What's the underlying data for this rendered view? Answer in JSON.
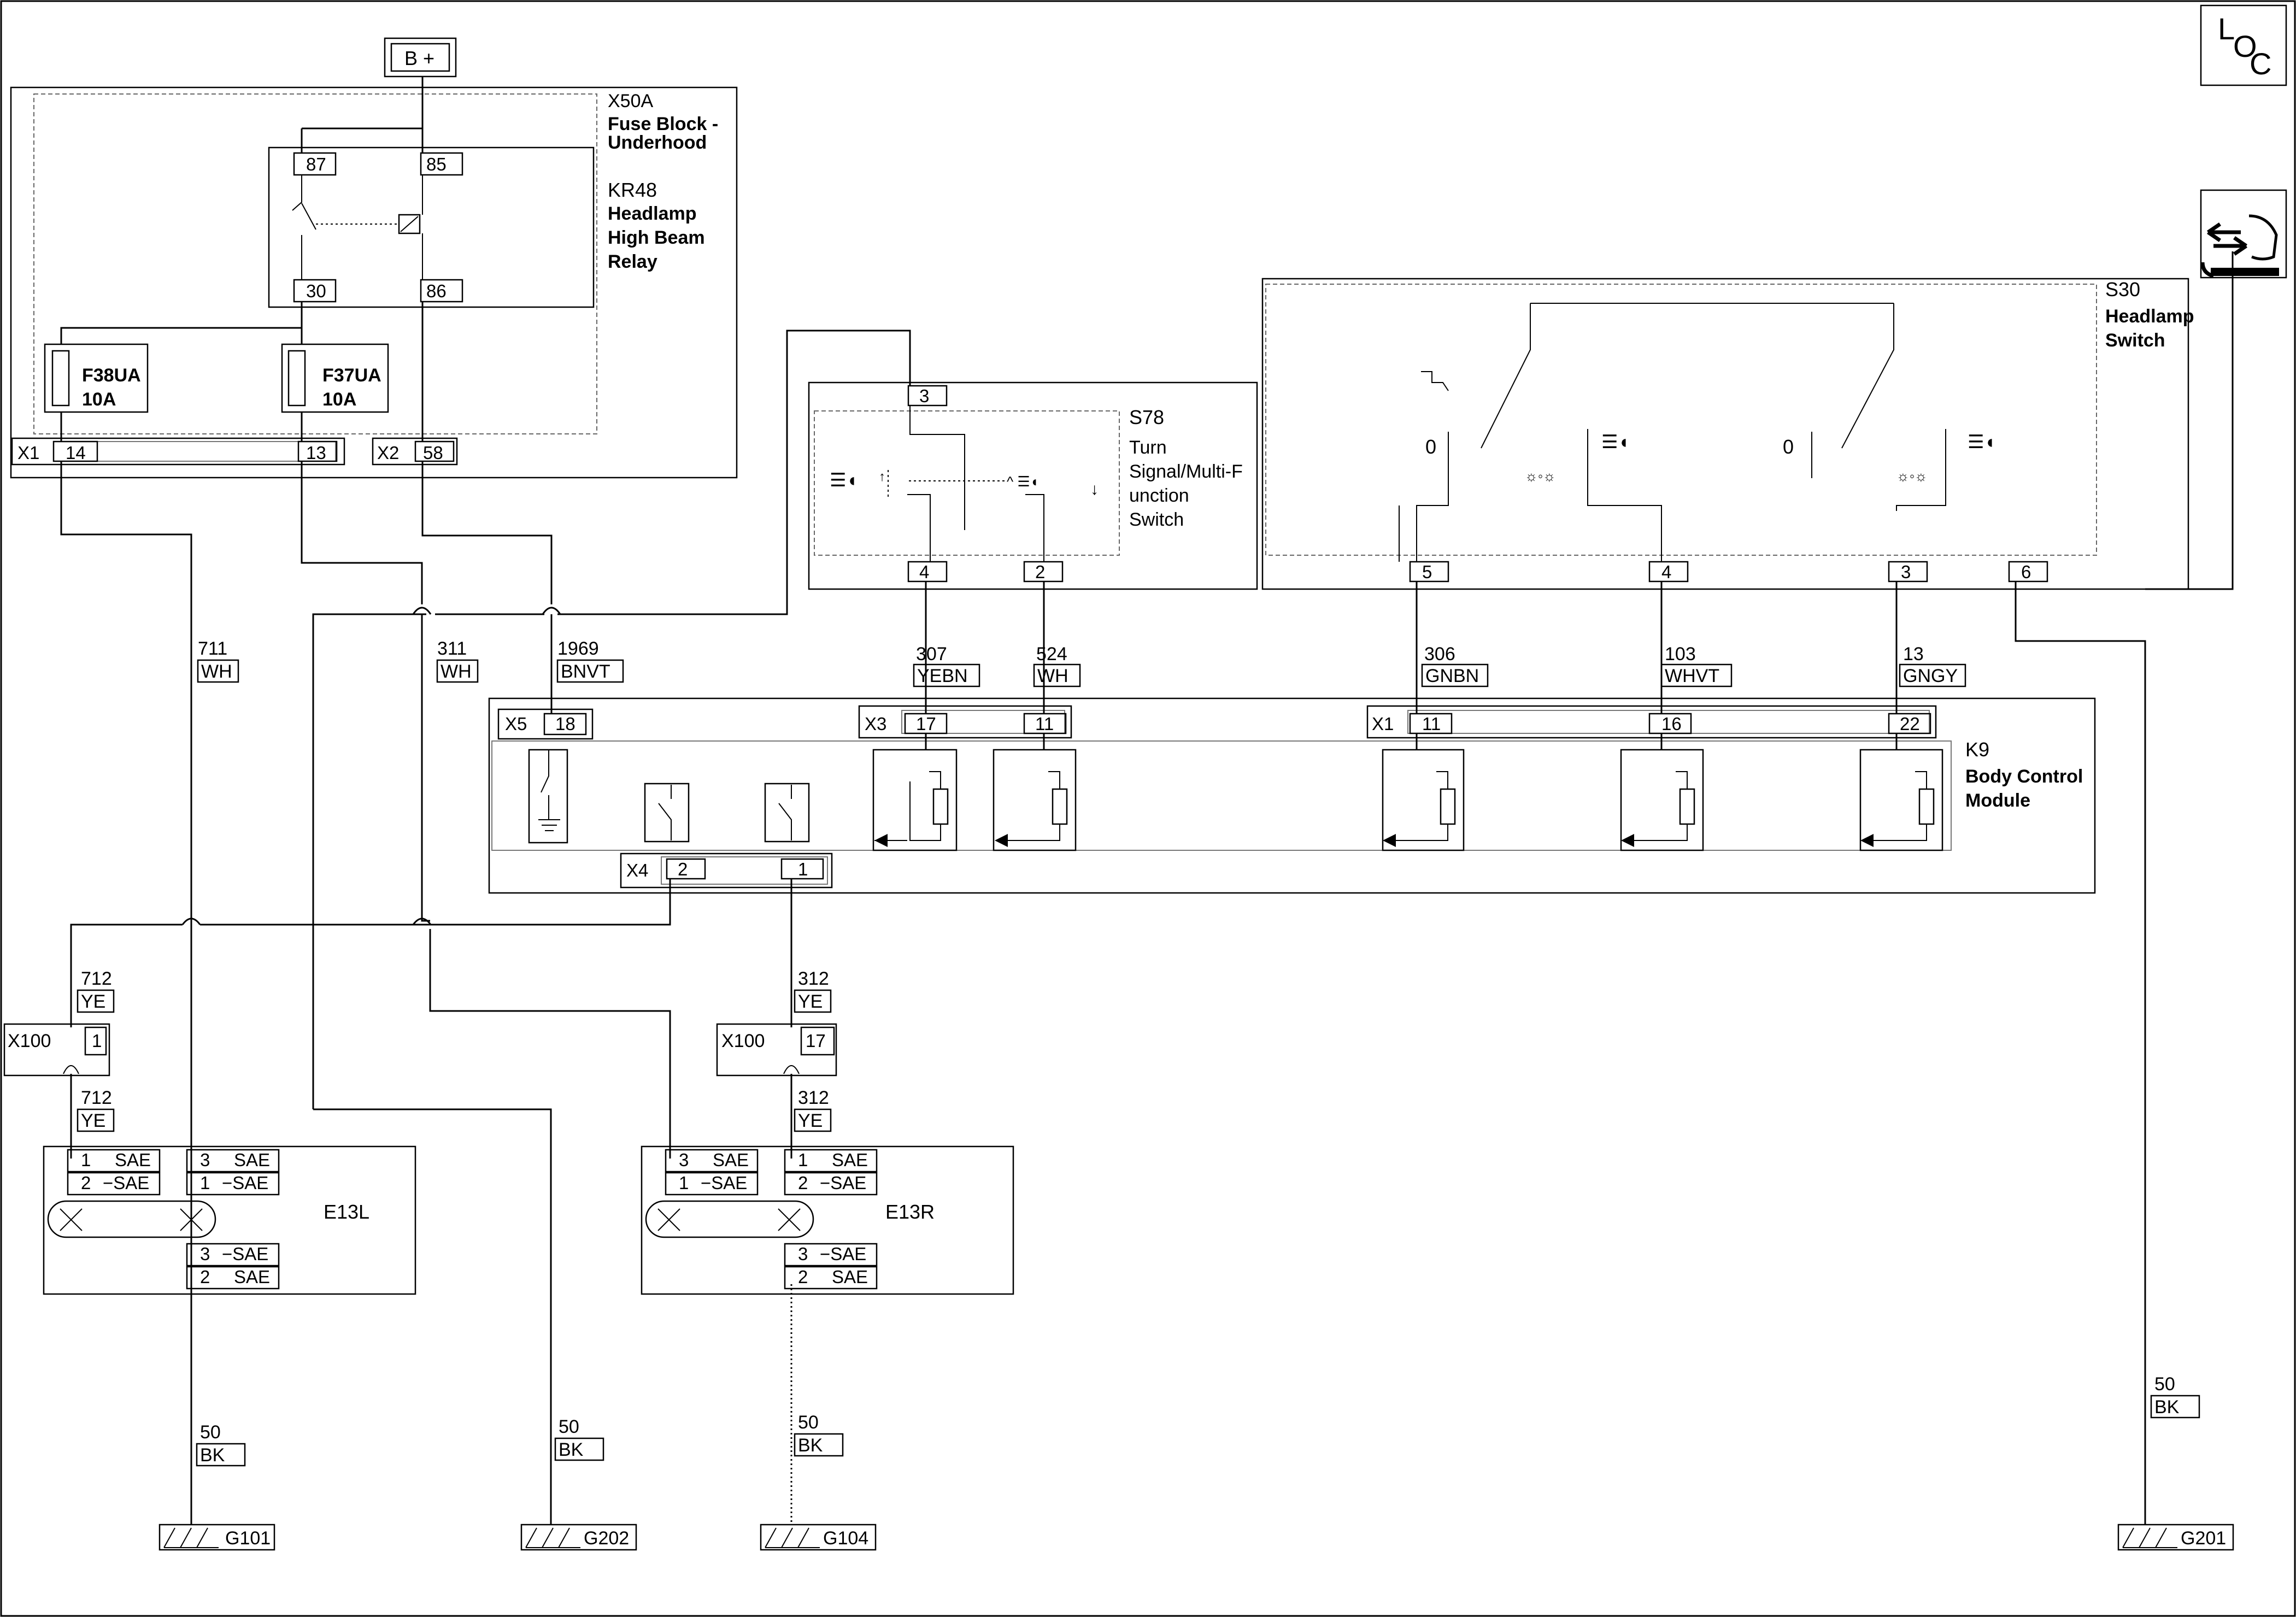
{
  "supply": {
    "label": "B +"
  },
  "icons": {
    "loc": "LOC",
    "diagnostic": "diagnostic-connector-icon"
  },
  "fuse_block": {
    "id": "X50A",
    "name_line1": "Fuse Block -",
    "name_line2": "Underhood",
    "relay": {
      "id": "KR48",
      "name_line1": "Headlamp",
      "name_line2": "High Beam",
      "name_line3": "Relay",
      "pins": {
        "p87": "87",
        "p85": "85",
        "p30": "30",
        "p86": "86"
      }
    },
    "fuses": [
      {
        "id": "F38UA",
        "rating": "10A"
      },
      {
        "id": "F37UA",
        "rating": "10A"
      }
    ],
    "connectors": {
      "x1": {
        "id": "X1",
        "pin_a": "14",
        "pin_b": "13"
      },
      "x2": {
        "id": "X2",
        "pin": "58"
      }
    }
  },
  "turn_switch": {
    "id": "S78",
    "name_line1": "Turn",
    "name_line2": "Signal/Multi-F",
    "name_line3": "unction",
    "name_line4": "Switch",
    "pins": {
      "top": "3",
      "left": "4",
      "right": "2"
    }
  },
  "headlamp_switch": {
    "id": "S30",
    "name_line1": "Headlamp",
    "name_line2": "Switch",
    "off_label": "0",
    "pins": {
      "p5": "5",
      "p4": "4",
      "p3": "3",
      "p6": "6"
    }
  },
  "bcm": {
    "id": "K9",
    "name_line1": "Body Control",
    "name_line2": "Module",
    "connectors": {
      "x5": {
        "id": "X5",
        "pin": "18"
      },
      "x3": {
        "id": "X3",
        "pin_a": "17",
        "pin_b": "11"
      },
      "x1": {
        "id": "X1",
        "pin_a": "11",
        "pin_b": "16",
        "pin_c": "22"
      },
      "x4": {
        "id": "X4",
        "pin_a": "2",
        "pin_b": "1"
      }
    }
  },
  "wires": {
    "w711": {
      "circuit": "711",
      "color": "WH"
    },
    "w311": {
      "circuit": "311",
      "color": "WH"
    },
    "w1969": {
      "circuit": "1969",
      "color": "BNVT"
    },
    "w307": {
      "circuit": "307",
      "color": "YEBN"
    },
    "w524": {
      "circuit": "524",
      "color": "WH"
    },
    "w306": {
      "circuit": "306",
      "color": "GNBN"
    },
    "w103": {
      "circuit": "103",
      "color": "WHVT"
    },
    "w13": {
      "circuit": "13",
      "color": "GNGY"
    },
    "w712a": {
      "circuit": "712",
      "color": "YE"
    },
    "w712b": {
      "circuit": "712",
      "color": "YE"
    },
    "w312a": {
      "circuit": "312",
      "color": "YE"
    },
    "w312b": {
      "circuit": "312",
      "color": "YE"
    },
    "w50a": {
      "circuit": "50",
      "color": "BK"
    },
    "w50b": {
      "circuit": "50",
      "color": "BK"
    },
    "w50c": {
      "circuit": "50",
      "color": "BK"
    },
    "w50d": {
      "circuit": "50",
      "color": "BK"
    }
  },
  "inline_connectors": {
    "left": {
      "id": "X100",
      "pin": "1"
    },
    "right": {
      "id": "X100",
      "pin": "17"
    }
  },
  "lamps": {
    "left": {
      "id": "E13L",
      "pins": [
        {
          "num": "1",
          "code": "SAE"
        },
        {
          "num": "2",
          "code": "−SAE"
        },
        {
          "num": "3",
          "code": "SAE"
        },
        {
          "num": "1",
          "code": "−SAE"
        },
        {
          "num": "3",
          "code": "−SAE"
        },
        {
          "num": "2",
          "code": "SAE"
        }
      ]
    },
    "right": {
      "id": "E13R",
      "pins": [
        {
          "num": "3",
          "code": "SAE"
        },
        {
          "num": "1",
          "code": "−SAE"
        },
        {
          "num": "1",
          "code": "SAE"
        },
        {
          "num": "2",
          "code": "−SAE"
        },
        {
          "num": "3",
          "code": "−SAE"
        },
        {
          "num": "2",
          "code": "SAE"
        }
      ]
    }
  },
  "grounds": [
    {
      "id": "G101"
    },
    {
      "id": "G202"
    },
    {
      "id": "G104"
    },
    {
      "id": "G201"
    }
  ]
}
